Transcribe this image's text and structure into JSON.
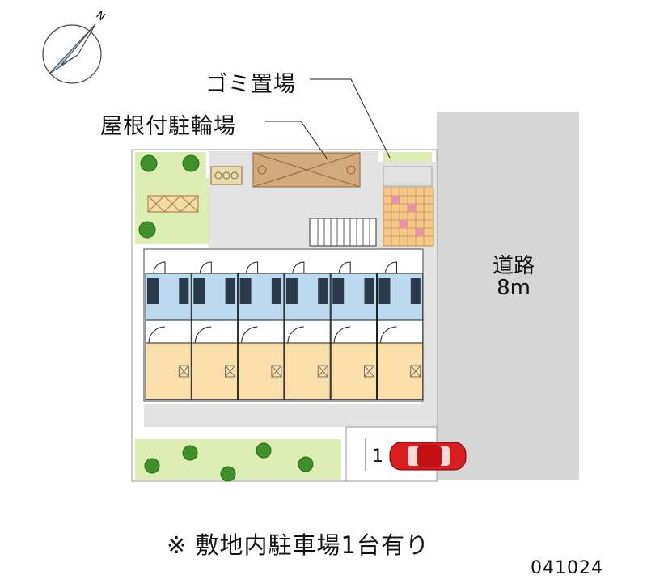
{
  "labels": {
    "garbage": "ゴミ置場",
    "bicycle": "屋根付駐輪場",
    "road_name": "道路",
    "road_width": "8m",
    "parking_note": "※ 敷地内駐車場1台有り",
    "code": "041024",
    "parking_space": "1",
    "compass_n": "N"
  },
  "colors": {
    "road": "#d6d6d6",
    "site": "#e6e6e6",
    "grass": "#dcedb4",
    "tree": "#3f8f2a",
    "roof": "#d4aa7d",
    "unit_blue": "#bcd9ee",
    "unit_floor": "#fadfaa",
    "tile": "#f5c98c",
    "tile_accent": "#e891a8",
    "car": "#d81e1e"
  },
  "units": [
    {
      "name": "unit-1"
    },
    {
      "name": "unit-2"
    },
    {
      "name": "unit-3"
    },
    {
      "name": "unit-4"
    },
    {
      "name": "unit-5"
    },
    {
      "name": "unit-6"
    }
  ]
}
